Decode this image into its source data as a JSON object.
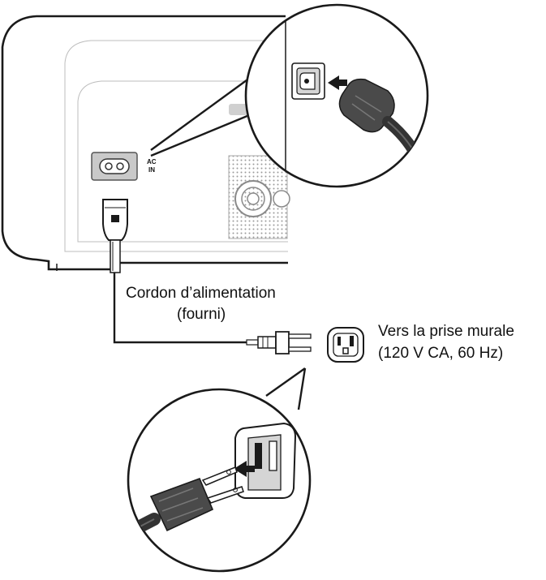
{
  "labels": {
    "cord_line1": "Cordon d’alimentation",
    "cord_line2": "(fourni)",
    "outlet_line1": "Vers la prise murale",
    "outlet_line2": "(120 V CA, 60 Hz)"
  },
  "panel": {
    "ac_in_line1": "AC",
    "ac_in_line2": "IN"
  },
  "colors": {
    "line": "#1a1a1a",
    "panel_gray": "#c9c9c9",
    "plug_dark": "#444444"
  }
}
